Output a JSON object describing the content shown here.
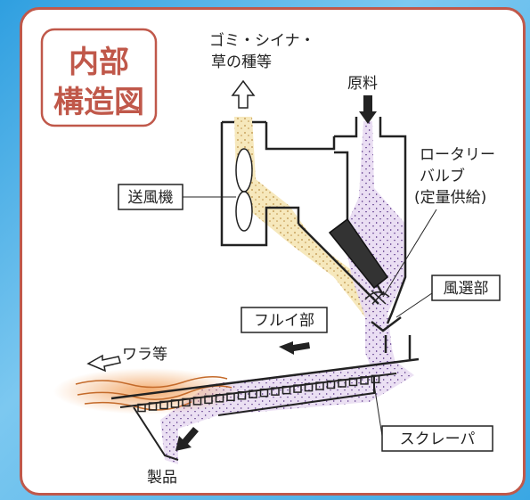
{
  "title": {
    "line1": "内部",
    "line2": "構造図"
  },
  "labels": {
    "dust": {
      "line1": "ゴミ・シイナ・",
      "line2": "草の種等"
    },
    "raw_material": "原料",
    "rotary_valve": {
      "line1": "ロータリー",
      "line2": "バルブ",
      "line3": "(定量供給)"
    },
    "blower": "送風機",
    "wind_section": "風選部",
    "sieve_section": "フルイ部",
    "straw": "ワラ等",
    "scraper": "スクレーパ",
    "product": "製品"
  },
  "colors": {
    "accent": "#c0584a",
    "dust_flow": "#f2dfa6",
    "grain": "#c9a6d8",
    "straw": "#f0a868",
    "frame_bg": "#3aa7e4"
  }
}
